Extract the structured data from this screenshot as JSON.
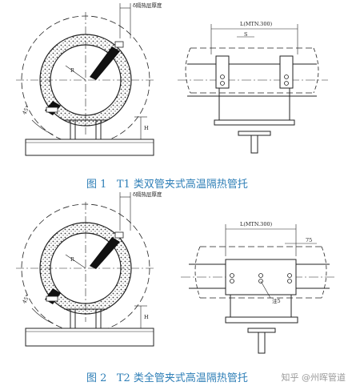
{
  "figure1": {
    "caption_num": "图 1",
    "caption_text": "T1 类双管夹式高温隔热管托",
    "thickness_label": "δ隔热层厚度",
    "r_label": "R",
    "angle_label": "45°",
    "h_label": "H",
    "length_label": "L(MTN.300)",
    "s_label": "S"
  },
  "figure2": {
    "caption_num": "图 2",
    "caption_text": "T2 类全管夹式高温隔热管托",
    "thickness_label": "δ隔热层厚度",
    "r_label": "R",
    "angle_label": "45°",
    "h_label": "H",
    "length_label": "L(MTN.300)",
    "dim_label": "75",
    "note_label": "注5"
  },
  "watermark": "知乎 @州晖管道"
}
